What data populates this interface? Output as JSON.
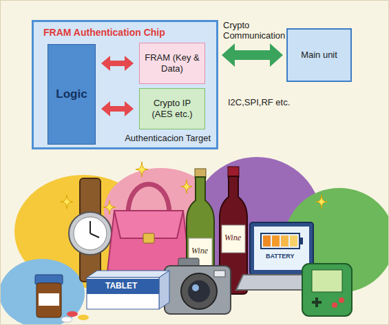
{
  "diagram": {
    "nodes": [
      {
        "text": [
          "FRAM Authentication Chip",
          "Authenticacion Target"
        ]
      },
      {
        "text": [
          "Logic"
        ],
        "in": 0
      },
      {
        "text": [
          "FRAM (Key & Data)"
        ],
        "in": 0
      },
      {
        "text": [
          "Crypto IP (AES etc.)"
        ],
        "in": 0
      },
      {
        "text": [
          "Main unit"
        ]
      }
    ],
    "edges": [
      {
        "from": 1,
        "to": 2,
        "arrow": "both"
      },
      {
        "from": 1,
        "to": 3,
        "arrow": "both"
      },
      {
        "from": 0,
        "to": 4,
        "arrow": "both",
        "label": "Crypto Communication"
      }
    ],
    "labels": [
      "I2C,SPI,RF etc.",
      "Wine",
      "Wine",
      "BATTERY",
      "TABLET"
    ]
  }
}
